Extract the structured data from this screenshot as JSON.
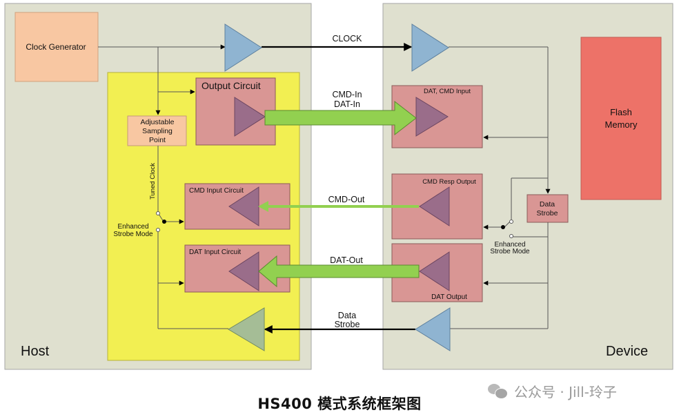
{
  "host": {
    "label": "Host",
    "clock_generator": "Clock Generator",
    "output_circuit": "Output Circuit",
    "adjustable_sampling_point": [
      "Adjustable",
      "Sampling",
      "Point"
    ],
    "tuned_clock": "Tuned Clock",
    "cmd_input_circuit": "CMD Input Circuit",
    "dat_input_circuit": "DAT Input Circuit",
    "enhanced_strobe_mode": [
      "Enhanced",
      "Strobe Mode"
    ]
  },
  "device": {
    "label": "Device",
    "dat_cmd_input": "DAT, CMD Input",
    "cmd_resp_output": "CMD Resp Output",
    "dat_output": "DAT Output",
    "flash_memory": [
      "Flash",
      "Memory"
    ],
    "data_strobe": [
      "Data",
      "Strobe"
    ],
    "enhanced_strobe_mode": [
      "Enhanced",
      "Strobe Mode"
    ]
  },
  "signals": {
    "clock": "CLOCK",
    "cmd_dat_in": [
      "CMD-In",
      "DAT-In"
    ],
    "cmd_out": "CMD-Out",
    "dat_out": "DAT-Out",
    "data_strobe": [
      "Data",
      "Strobe"
    ]
  },
  "colors": {
    "panel_bg": "#dfe0cf",
    "host_inner": "#f2ef52",
    "circuit_box": "#d99694",
    "clock_box": "#f8c7a2",
    "flash": "#ed7268",
    "buffer_blue": "#8fb4d1",
    "buffer_green": "#a5bd96",
    "buffer_purple": "#9a6d8a",
    "bus_green": "#92d050"
  },
  "caption": "HS400 模式系统框架图",
  "watermark": {
    "icon": "wechat-icon",
    "text": "公众号 · Jill-玲子"
  }
}
